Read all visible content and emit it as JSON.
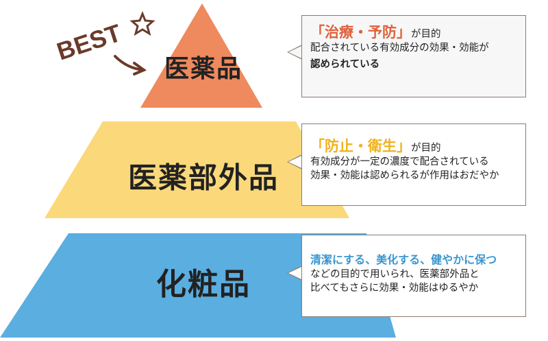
{
  "colors": {
    "tier1": "#ef8a5e",
    "tier2": "#fbd97a",
    "tier3": "#5aaee0",
    "tier1_text": "#e0603a",
    "tier2_text": "#f0b21d",
    "tier3_text": "#3a96d0",
    "best": "#6b3a2a"
  },
  "best_badge": "BEST",
  "tiers": [
    {
      "label": "医薬品",
      "headline": "「治療・予防」",
      "headline_suffix": "が目的",
      "lines": [
        "配合されている有効成分の効果・効能が",
        "認められている"
      ]
    },
    {
      "label": "医薬部外品",
      "headline": "「防止・衛生」",
      "headline_suffix": "が目的",
      "lines": [
        "有効成分が一定の濃度で配合されている",
        "効果・効能は認められるが作用はおだやか"
      ]
    },
    {
      "label": "化粧品",
      "headline": "清潔にする、美化する、健やかに保つ",
      "lines": [
        "などの目的で用いられ、医薬部外品と",
        "比べてもさらに効果・効能はゆるやか"
      ]
    }
  ]
}
